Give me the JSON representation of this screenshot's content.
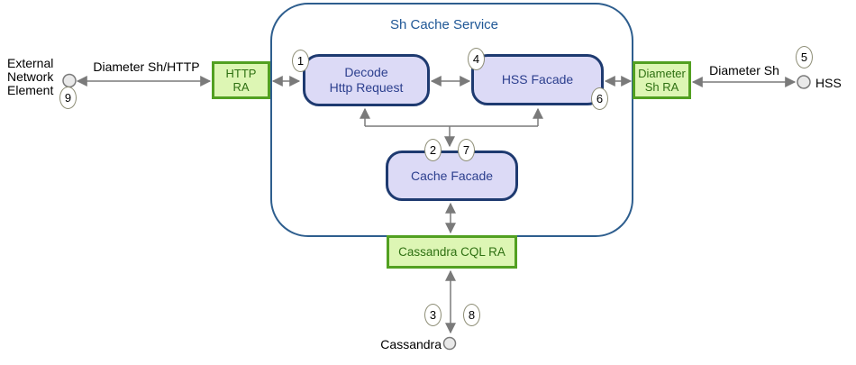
{
  "diagram": {
    "title": "Sh Cache Service",
    "nodes": {
      "decode": "Decode\nHttp Request",
      "hss_facade": "HSS Facade",
      "cache_facade": "Cache Facade"
    },
    "adapters": {
      "http_ra": "HTTP\nRA",
      "diameter_sh_ra": "Diameter\nSh RA",
      "cassandra_cql_ra": "Cassandra CQL RA"
    },
    "endpoints": {
      "external_network_element": "External\nNetwork\nElement",
      "hss": "HSS",
      "cassandra": "Cassandra"
    },
    "links": {
      "diameter_sh_http": "Diameter Sh/HTTP",
      "diameter_sh": "Diameter Sh"
    },
    "badges": {
      "b1": "1",
      "b2": "2",
      "b3": "3",
      "b4": "4",
      "b5": "5",
      "b6": "6",
      "b7": "7",
      "b8": "8",
      "b9": "9"
    },
    "colors": {
      "node_fill": "#dcdaf6",
      "node_border": "#1e3a70",
      "node_text": "#2c3f8e",
      "adapter_fill": "#ddf6b4",
      "adapter_border": "#52a021",
      "adapter_text": "#2e7012",
      "container_border": "#2e5e8e",
      "title_text": "#1f5796",
      "arrow": "#7a7a7a",
      "badge_border": "#8c8c74",
      "endpoint_circle_fill": "#e9e9e9"
    }
  }
}
